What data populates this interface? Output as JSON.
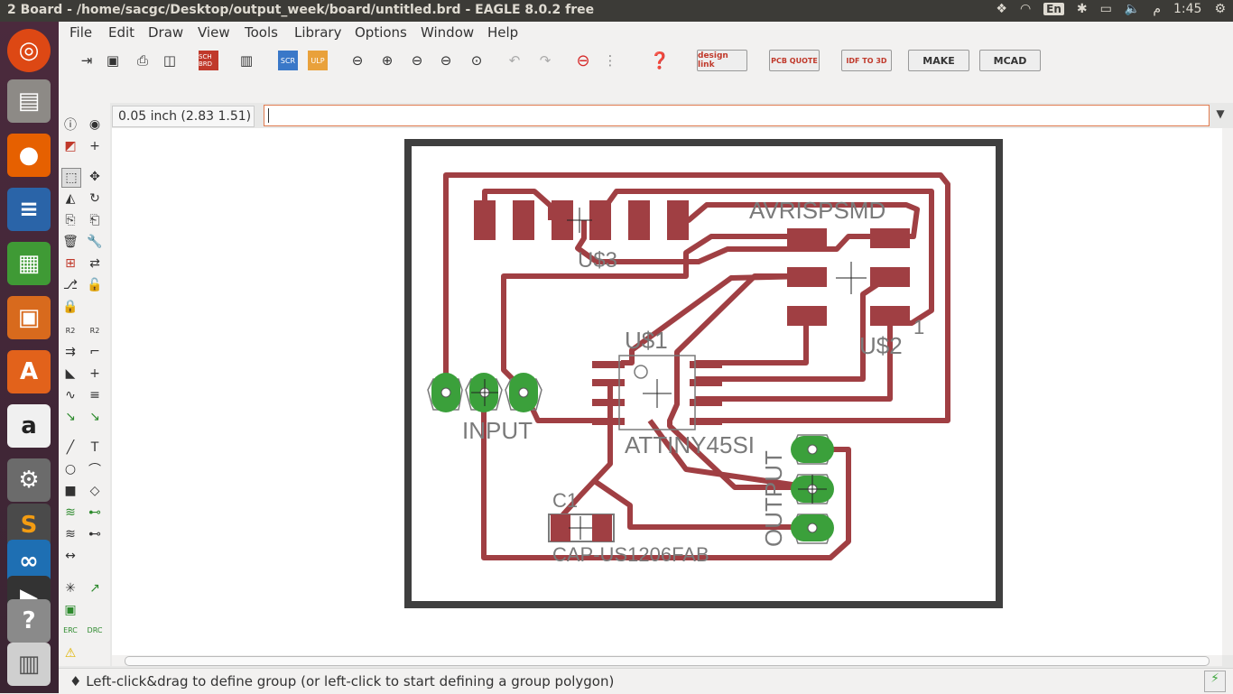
{
  "window": {
    "title": "2 Board - /home/sacgc/Desktop/output_week/board/untitled.brd - EAGLE 8.0.2 free"
  },
  "system_tray": {
    "lang": "En",
    "am_pm": "م",
    "time": "1:45"
  },
  "menu": [
    "File",
    "Edit",
    "Draw",
    "View",
    "Tools",
    "Library",
    "Options",
    "Window",
    "Help"
  ],
  "toolbar": {
    "btn_design_link": "design link",
    "btn_pcb_quote": "PCB QUOTE",
    "btn_idf": "IDF TO 3D",
    "btn_make": "MAKE",
    "btn_mcad": "MCAD",
    "sch_label": "SCH BRD",
    "scr_label": "SCR",
    "ulp_label": "ULP"
  },
  "grid_readout": "0.05 inch (2.83 1.51)",
  "command_line": {
    "value": ""
  },
  "board": {
    "labels": {
      "u3": "U$3",
      "avrispsmd": "AVRISPSMD",
      "u2": "U$2",
      "pin1": "1",
      "u1": "U$1",
      "input": "INPUT",
      "attiny": "ATTINY45SI",
      "c1": "C1",
      "cap": "CAP-US1206FAB",
      "output": "OUTPUT"
    }
  },
  "statusbar": {
    "message": "Left-click&drag to define group (or left-click to start defining a group polygon)"
  },
  "colors": {
    "trace": "#a03f43",
    "pad_th": "#3ba03b",
    "outline": "#3f3f3f",
    "accent": "#e07b4f"
  }
}
